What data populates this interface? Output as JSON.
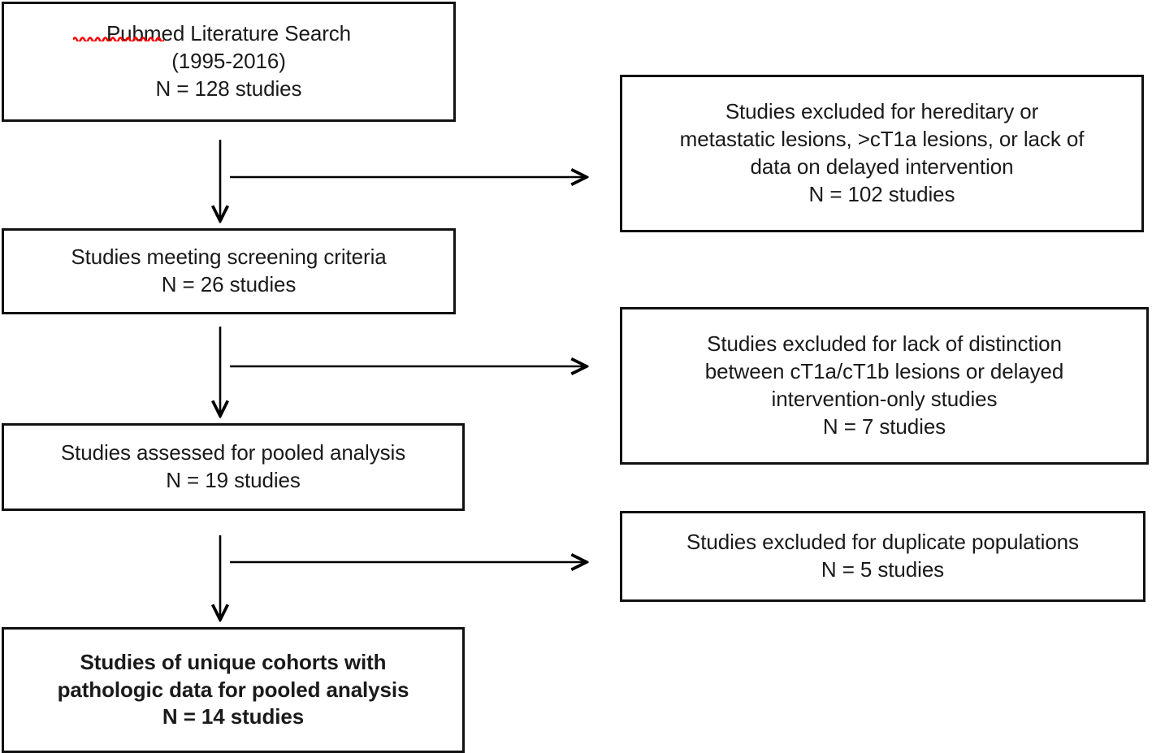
{
  "diagram": {
    "title": "Study selection flowchart",
    "type": "flowchart",
    "colors": {
      "box_border": "#111111",
      "box_fill": "#ffffff",
      "text": "#1a1a1a",
      "arrow": "#000000",
      "spellcheck_underline": "#ff0000"
    }
  },
  "nodes": {
    "search": {
      "id": "pubmed-literature-search",
      "text": "Pubmed Literature Search\n(1995-2016)\nN = 128 studies",
      "lines": [
        "Pubmed Literature Search",
        "(1995-2016)",
        "N = 128 studies"
      ],
      "n": 128,
      "bold": false,
      "misspelled_word": "Pubmed"
    },
    "screening": {
      "id": "studies-meeting-screening-criteria",
      "text": "Studies meeting screening criteria\nN = 26 studies",
      "lines": [
        "Studies meeting screening criteria",
        "N = 26 studies"
      ],
      "n": 26,
      "bold": false
    },
    "pooled": {
      "id": "studies-assessed-for-pooled-analysis",
      "text": "Studies assessed for pooled analysis\nN = 19 studies",
      "lines": [
        "Studies assessed for pooled analysis",
        "N = 19 studies"
      ],
      "n": 19,
      "bold": false
    },
    "final": {
      "id": "studies-of-unique-cohorts",
      "text": "Studies of unique cohorts with\npathologic data for pooled analysis\nN = 14 studies",
      "lines": [
        "Studies of unique cohorts with",
        "pathologic data for pooled analysis",
        "N = 14 studies"
      ],
      "n": 14,
      "bold": true
    },
    "excluded1": {
      "id": "studies-excluded-hereditary-metastatic",
      "text": "Studies excluded for hereditary or\nmetastatic lesions, >cT1a lesions, or lack of\ndata on delayed intervention\nN = 102 studies",
      "lines": [
        "Studies excluded for hereditary or",
        "metastatic lesions, >cT1a lesions, or lack of",
        "data on delayed intervention",
        "N = 102 studies"
      ],
      "n": 102,
      "bold": false
    },
    "excluded2": {
      "id": "studies-excluded-lack-of-distinction",
      "text": "Studies excluded for lack of distinction\nbetween cT1a/cT1b lesions or delayed\nintervention-only studies\nN = 7 studies",
      "lines": [
        "Studies excluded for lack of distinction",
        "between cT1a/cT1b lesions or delayed",
        "intervention-only studies",
        "N = 7 studies"
      ],
      "n": 7,
      "bold": false
    },
    "excluded3": {
      "id": "studies-excluded-duplicate-populations",
      "text": "Studies excluded for duplicate populations\nN = 5 studies",
      "lines": [
        "Studies excluded for duplicate populations",
        "N = 5 studies"
      ],
      "n": 5,
      "bold": false
    }
  },
  "edges": [
    {
      "id": "edge-search-to-screening",
      "from": "search",
      "to": "screening",
      "direction": "down",
      "label": ""
    },
    {
      "id": "edge-search-to-excluded1",
      "from": "search",
      "to": "excluded1",
      "direction": "right",
      "label": ""
    },
    {
      "id": "edge-screening-to-pooled",
      "from": "screening",
      "to": "pooled",
      "direction": "down",
      "label": ""
    },
    {
      "id": "edge-screening-to-excluded2",
      "from": "screening",
      "to": "excluded2",
      "direction": "right",
      "label": ""
    },
    {
      "id": "edge-pooled-to-final",
      "from": "pooled",
      "to": "final",
      "direction": "down",
      "label": ""
    },
    {
      "id": "edge-pooled-to-excluded3",
      "from": "pooled",
      "to": "excluded3",
      "direction": "right",
      "label": ""
    }
  ]
}
